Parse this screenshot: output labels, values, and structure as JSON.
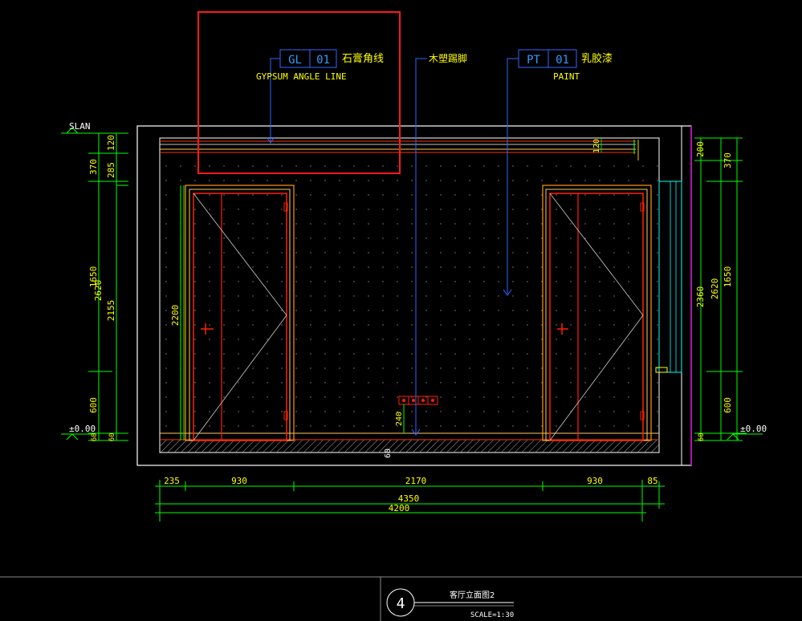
{
  "tags": {
    "gl_code": "GL",
    "gl_num": "01",
    "gl_cn": "石膏角线",
    "gl_en": "GYPSUM ANGLE LINE",
    "wood_cn": "木塑踢脚",
    "pt_code": "PT",
    "pt_num": "01",
    "pt_cn": "乳胶漆",
    "pt_en": "PAINT"
  },
  "levels": {
    "slab": "SLAN",
    "zero_left": "±0.00",
    "zero_right": "±0.00"
  },
  "dims_left_outer": {
    "d370": "370",
    "d1650": "1650",
    "d600": "600",
    "d120": "120",
    "d285": "285",
    "d2620": "2620",
    "d2155": "2155",
    "d60": "60"
  },
  "dims_right": {
    "d200": "200",
    "d370": "370",
    "d1650": "1650",
    "d600": "600",
    "d2360": "2360",
    "d2620": "2620",
    "d60": "60"
  },
  "dims_inner": {
    "door_h": "2200",
    "d120": "120",
    "d240": "240",
    "d60": "60"
  },
  "dims_bottom": {
    "d235": "235",
    "d930a": "930",
    "d2170": "2170",
    "d930b": "930",
    "d85": "85",
    "d4350": "4350",
    "d4200": "4200"
  },
  "title_block": {
    "number": "4",
    "name": "客厅立面图2",
    "scale": "SCALE=1:30"
  },
  "colors": {
    "background": "#000000",
    "wall": "#ffffff",
    "dimension": "#00ff00",
    "dim_text": "#ffff00",
    "door": "#ff0000",
    "frame": "#ff9900",
    "leader": "#3366ff",
    "highlight": "#ff0000",
    "glass": "#00ffff",
    "magenta": "#ff00ff"
  }
}
